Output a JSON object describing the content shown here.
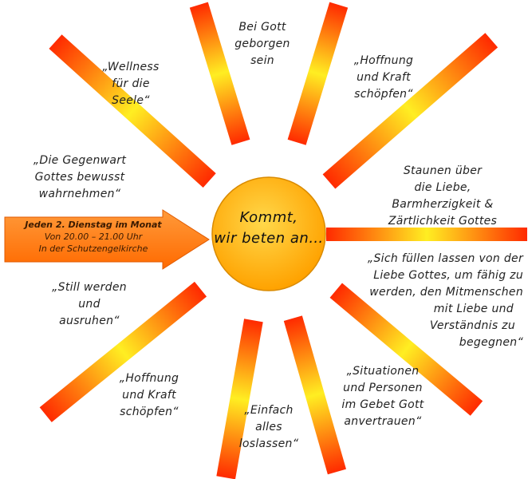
{
  "center": {
    "line1": "Kommt,",
    "line2": "wir beten an…"
  },
  "banner": {
    "line1": "Jeden 2. Dienstag im Monat",
    "line2": "Von 20.00 – 21.00 Uhr",
    "line3": "In der Schutzengelkirche"
  },
  "rays": [
    {
      "name": "geborgen",
      "lines": [
        "Bei Gott",
        "geborgen",
        "sein"
      ]
    },
    {
      "name": "hoffnung-top",
      "lines": [
        "„Hoffnung",
        "und Kraft",
        "schöpfen“"
      ]
    },
    {
      "name": "staunen",
      "lines": [
        "Staunen über",
        "die Liebe,",
        "Barmherzigkeit &",
        "Zärtlichkeit Gottes"
      ]
    },
    {
      "name": "fuellen",
      "lines": [
        "„Sich füllen lassen von der",
        "Liebe Gottes, um fähig zu",
        "werden, den Mitmenschen",
        "mit Liebe und",
        "Verständnis zu",
        "begegnen“"
      ]
    },
    {
      "name": "situationen",
      "lines": [
        "„Situationen",
        "und Personen",
        "im Gebet Gott",
        "anvertrauen“"
      ]
    },
    {
      "name": "loslassen",
      "lines": [
        "„Einfach",
        "alles",
        "loslassen“"
      ]
    },
    {
      "name": "hoffnung-bottom",
      "lines": [
        "„Hoffnung",
        "und Kraft",
        "schöpfen“"
      ]
    },
    {
      "name": "still",
      "lines": [
        "„Still werden",
        "und",
        "ausruhen“"
      ]
    },
    {
      "name": "gegenwart",
      "lines": [
        "„Die Gegenwart",
        "Gottes bewusst",
        "wahrnehmen“"
      ]
    },
    {
      "name": "wellness",
      "lines": [
        "„Wellness",
        "für die",
        "Seele“"
      ]
    }
  ],
  "colors": {
    "ray_outer": "#ff2a00",
    "ray_mid": "#ff8c00",
    "ray_inner": "#ffee22",
    "sun_fill": "#ffb300",
    "banner": "#ff7f10"
  }
}
